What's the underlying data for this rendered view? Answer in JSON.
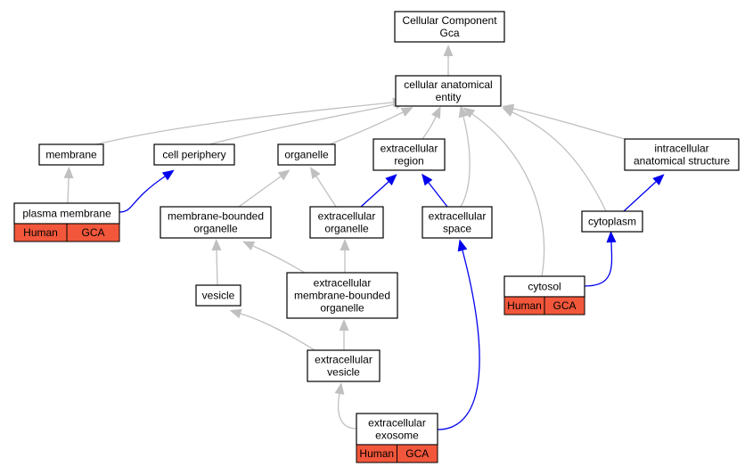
{
  "colors": {
    "is_a_edge": "#c0c0c0",
    "part_of_edge": "#0000ee",
    "annotation_tag": "#f2573b"
  },
  "nodes": {
    "cellular_component": {
      "lines": [
        "Cellular Component",
        "Gca"
      ]
    },
    "cellular_anatomical_entity": {
      "lines": [
        "cellular anatomical",
        "entity"
      ]
    },
    "membrane": {
      "lines": [
        "membrane"
      ]
    },
    "cell_periphery": {
      "lines": [
        "cell periphery"
      ]
    },
    "organelle": {
      "lines": [
        "organelle"
      ]
    },
    "extracellular_region": {
      "lines": [
        "extracellular",
        "region"
      ]
    },
    "intracellular_anatomical_structure": {
      "lines": [
        "intracellular",
        "anatomical structure"
      ]
    },
    "plasma_membrane": {
      "lines": [
        "plasma membrane"
      ],
      "tags": [
        "Human",
        "GCA"
      ]
    },
    "membrane_bounded_organelle": {
      "lines": [
        "membrane-bounded",
        "organelle"
      ]
    },
    "extracellular_organelle": {
      "lines": [
        "extracellular",
        "organelle"
      ]
    },
    "extracellular_space": {
      "lines": [
        "extracellular",
        "space"
      ]
    },
    "cytoplasm": {
      "lines": [
        "cytoplasm"
      ]
    },
    "vesicle": {
      "lines": [
        "vesicle"
      ]
    },
    "extracellular_membrane_bounded_organelle": {
      "lines": [
        "extracellular",
        "membrane-bounded",
        "organelle"
      ]
    },
    "cytosol": {
      "lines": [
        "cytosol"
      ],
      "tags": [
        "Human",
        "GCA"
      ]
    },
    "extracellular_vesicle": {
      "lines": [
        "extracellular",
        "vesicle"
      ]
    },
    "extracellular_exosome": {
      "lines": [
        "extracellular",
        "exosome"
      ],
      "tags": [
        "Human",
        "GCA"
      ]
    }
  },
  "edges": [
    {
      "from": "cellular_anatomical_entity",
      "to": "cellular_component",
      "type": "is_a"
    },
    {
      "from": "membrane",
      "to": "cellular_anatomical_entity",
      "type": "is_a"
    },
    {
      "from": "cell_periphery",
      "to": "cellular_anatomical_entity",
      "type": "is_a"
    },
    {
      "from": "organelle",
      "to": "cellular_anatomical_entity",
      "type": "is_a"
    },
    {
      "from": "extracellular_region",
      "to": "cellular_anatomical_entity",
      "type": "is_a"
    },
    {
      "from": "extracellular_space",
      "to": "cellular_anatomical_entity",
      "type": "is_a"
    },
    {
      "from": "cytosol",
      "to": "cellular_anatomical_entity",
      "type": "is_a"
    },
    {
      "from": "cytoplasm",
      "to": "cellular_anatomical_entity",
      "type": "is_a"
    },
    {
      "from": "intracellular_anatomical_structure",
      "to": "cellular_anatomical_entity",
      "type": "is_a"
    },
    {
      "from": "plasma_membrane",
      "to": "membrane",
      "type": "is_a"
    },
    {
      "from": "plasma_membrane",
      "to": "cell_periphery",
      "type": "part_of"
    },
    {
      "from": "membrane_bounded_organelle",
      "to": "organelle",
      "type": "is_a"
    },
    {
      "from": "extracellular_organelle",
      "to": "organelle",
      "type": "is_a"
    },
    {
      "from": "extracellular_organelle",
      "to": "extracellular_region",
      "type": "part_of"
    },
    {
      "from": "extracellular_space",
      "to": "extracellular_region",
      "type": "part_of"
    },
    {
      "from": "cytoplasm",
      "to": "intracellular_anatomical_structure",
      "type": "part_of"
    },
    {
      "from": "vesicle",
      "to": "membrane_bounded_organelle",
      "type": "is_a"
    },
    {
      "from": "extracellular_membrane_bounded_organelle",
      "to": "membrane_bounded_organelle",
      "type": "is_a"
    },
    {
      "from": "extracellular_membrane_bounded_organelle",
      "to": "extracellular_organelle",
      "type": "is_a"
    },
    {
      "from": "cytosol",
      "to": "cytoplasm",
      "type": "part_of"
    },
    {
      "from": "extracellular_vesicle",
      "to": "vesicle",
      "type": "is_a"
    },
    {
      "from": "extracellular_vesicle",
      "to": "extracellular_membrane_bounded_organelle",
      "type": "is_a"
    },
    {
      "from": "extracellular_exosome",
      "to": "extracellular_vesicle",
      "type": "is_a"
    },
    {
      "from": "extracellular_exosome",
      "to": "extracellular_space",
      "type": "part_of"
    }
  ]
}
